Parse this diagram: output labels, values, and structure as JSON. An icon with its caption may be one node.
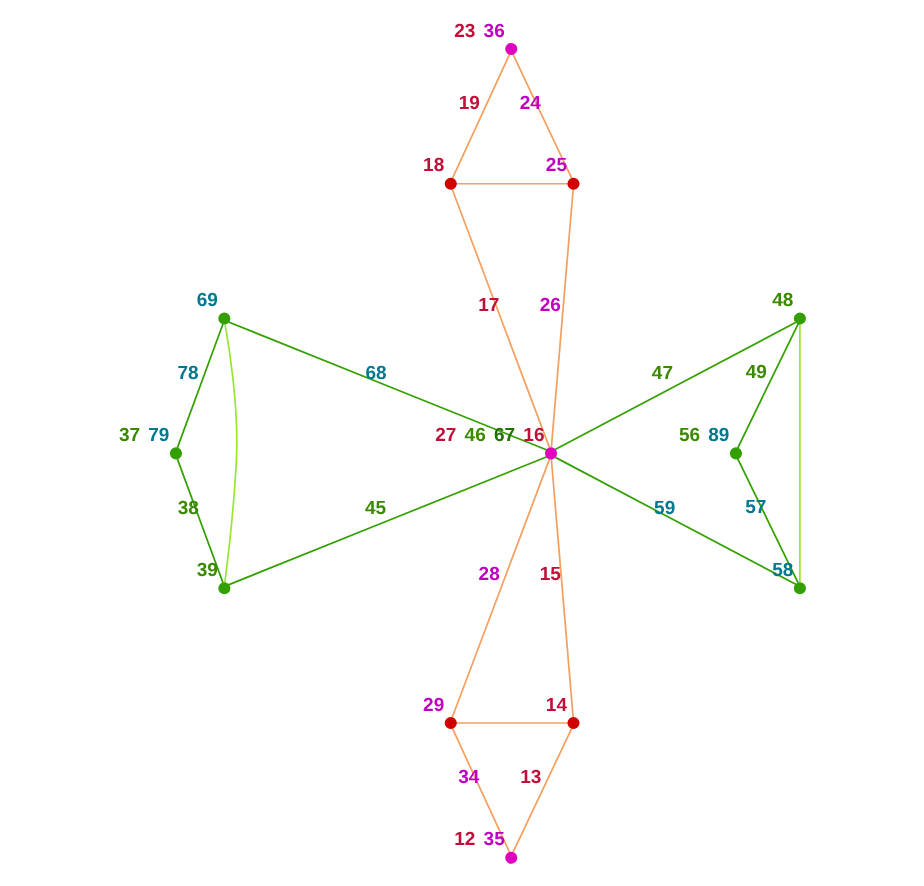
{
  "diagram": {
    "nodes": [
      {
        "text": [],
        "shape": "circle",
        "beside": [
          "23",
          "36"
        ]
      },
      {
        "text": [],
        "shape": "circle",
        "beside": [
          "18"
        ]
      },
      {
        "text": [],
        "shape": "circle",
        "beside": [
          "25"
        ]
      },
      {
        "text": [],
        "shape": "circle",
        "beside": [
          "69"
        ]
      },
      {
        "text": [],
        "shape": "circle",
        "beside": [
          "48"
        ]
      },
      {
        "text": [],
        "shape": "circle",
        "beside": [
          "37",
          "79"
        ]
      },
      {
        "text": [],
        "shape": "circle",
        "beside": [
          "27",
          "46",
          "67",
          "16"
        ]
      },
      {
        "text": [],
        "shape": "circle",
        "beside": [
          "56",
          "89"
        ]
      },
      {
        "text": [],
        "shape": "circle",
        "beside": [
          "39"
        ]
      },
      {
        "text": [],
        "shape": "circle",
        "beside": [
          "58"
        ]
      },
      {
        "text": [],
        "shape": "circle",
        "beside": [
          "29"
        ]
      },
      {
        "text": [],
        "shape": "circle",
        "beside": [
          "14"
        ]
      },
      {
        "text": [],
        "shape": "circle",
        "beside": [
          "12",
          "35"
        ]
      }
    ],
    "edges": [
      {
        "from": 0,
        "to": 1,
        "arrow": "none",
        "label": "19"
      },
      {
        "from": 0,
        "to": 2,
        "arrow": "none",
        "label": "24"
      },
      {
        "from": 1,
        "to": 2,
        "arrow": "none"
      },
      {
        "from": 1,
        "to": 6,
        "arrow": "none",
        "label": "17"
      },
      {
        "from": 2,
        "to": 6,
        "arrow": "none",
        "label": "26"
      },
      {
        "from": 3,
        "to": 5,
        "arrow": "none",
        "label": "78",
        "color": "#33a000"
      },
      {
        "from": 3,
        "to": 8,
        "arrow": "none",
        "color": "#99e633"
      },
      {
        "from": 3,
        "to": 6,
        "arrow": "none",
        "label": "68",
        "color": "#33a000"
      },
      {
        "from": 4,
        "to": 6,
        "arrow": "none",
        "label": "47",
        "color": "#33a000"
      },
      {
        "from": 4,
        "to": 9,
        "arrow": "none",
        "color": "#99e633"
      },
      {
        "from": 4,
        "to": 7,
        "arrow": "none",
        "label": "49",
        "color": "#33a000"
      },
      {
        "from": 5,
        "to": 8,
        "arrow": "none",
        "label": "38",
        "color": "#33a000"
      },
      {
        "from": 6,
        "to": 8,
        "arrow": "none",
        "label": "45",
        "color": "#33a000"
      },
      {
        "from": 6,
        "to": 9,
        "arrow": "none",
        "label": "59",
        "color": "#33a000"
      },
      {
        "from": 7,
        "to": 9,
        "arrow": "none",
        "label": "57",
        "color": "#33a000"
      },
      {
        "from": 6,
        "to": 10,
        "arrow": "none",
        "label": "28"
      },
      {
        "from": 6,
        "to": 11,
        "arrow": "none",
        "label": "15"
      },
      {
        "from": 10,
        "to": 11,
        "arrow": "none"
      },
      {
        "from": 10,
        "to": 12,
        "arrow": "none",
        "label": "34"
      },
      {
        "from": 11,
        "to": 12,
        "arrow": "none",
        "label": "13"
      }
    ]
  }
}
